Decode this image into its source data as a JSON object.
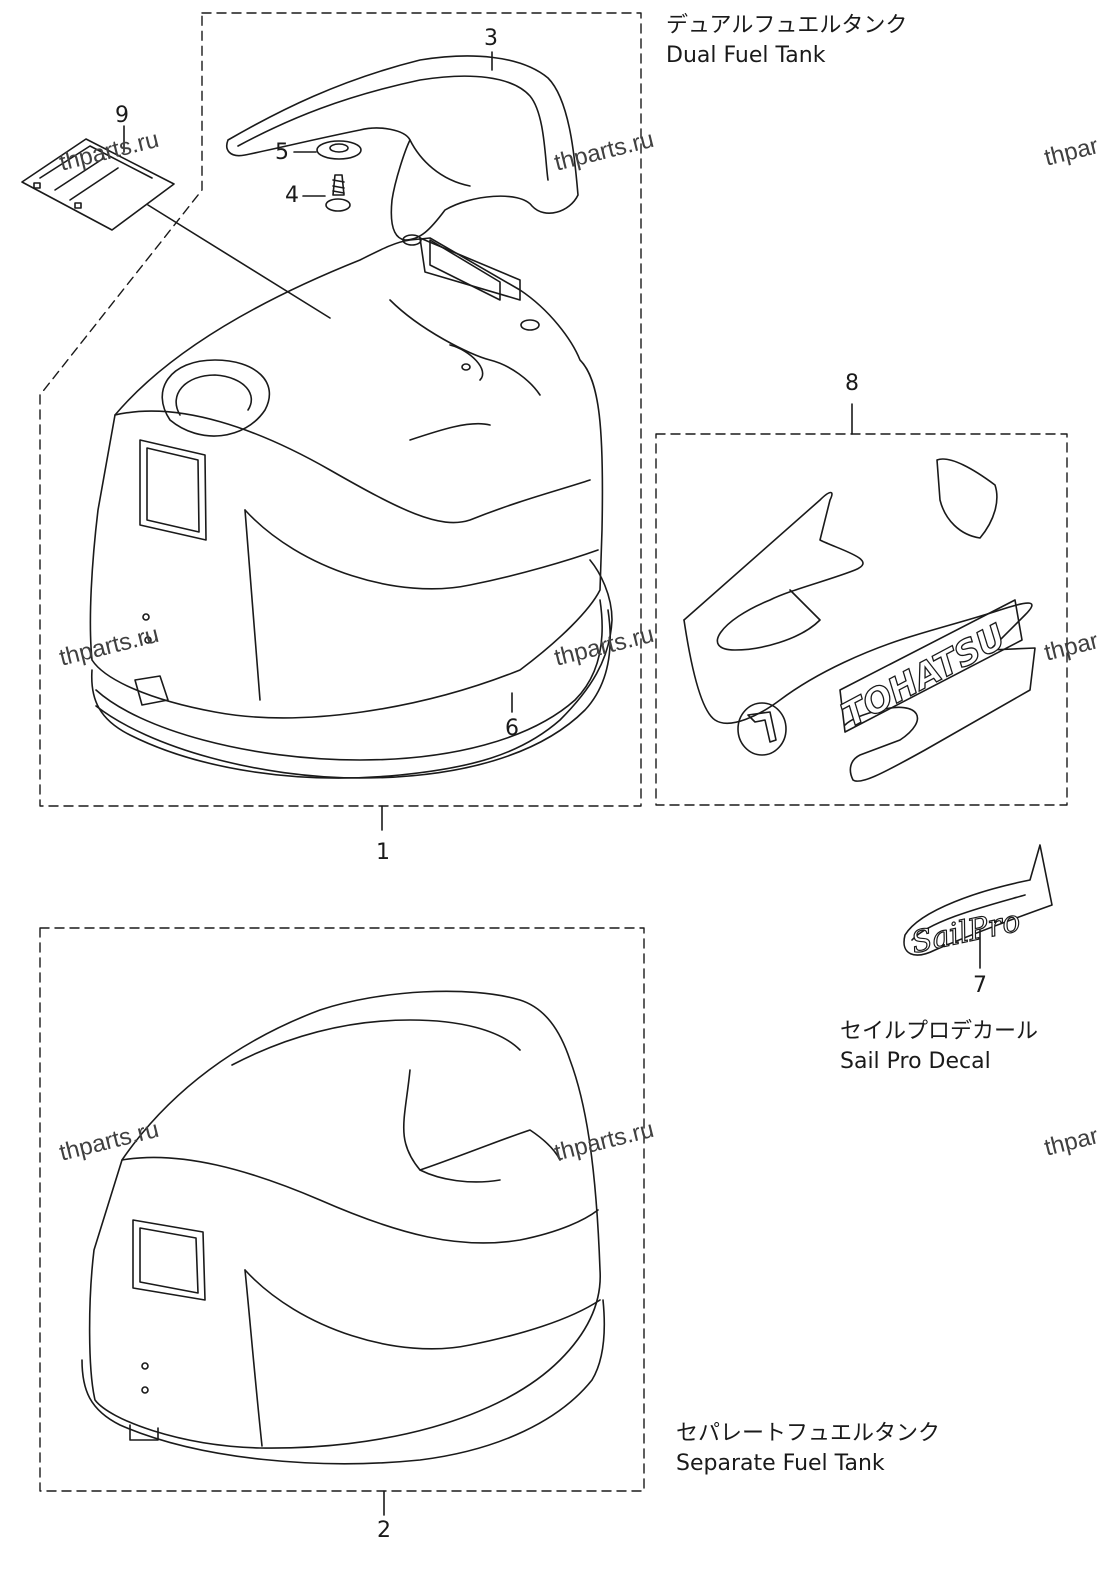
{
  "captions": {
    "dual_jp": "デュアルフュエルタンク",
    "dual_en": "Dual Fuel Tank",
    "separate_jp": "セパレートフュエルタンク",
    "separate_en": "Separate Fuel Tank",
    "sailpro_jp": "セイルプロデカール",
    "sailpro_en": "Sail Pro Decal"
  },
  "callouts": {
    "p1": "1",
    "p2": "2",
    "p3": "3",
    "p4": "4",
    "p5": "5",
    "p6": "6",
    "p7": "7",
    "p8": "8",
    "p9": "9"
  },
  "decal_text": {
    "tohatsu": "TOHATSU",
    "sailpro": "SailPro"
  },
  "watermark": "thparts.ru",
  "colors": {
    "line": "#1a1a1a",
    "background": "#ffffff"
  }
}
